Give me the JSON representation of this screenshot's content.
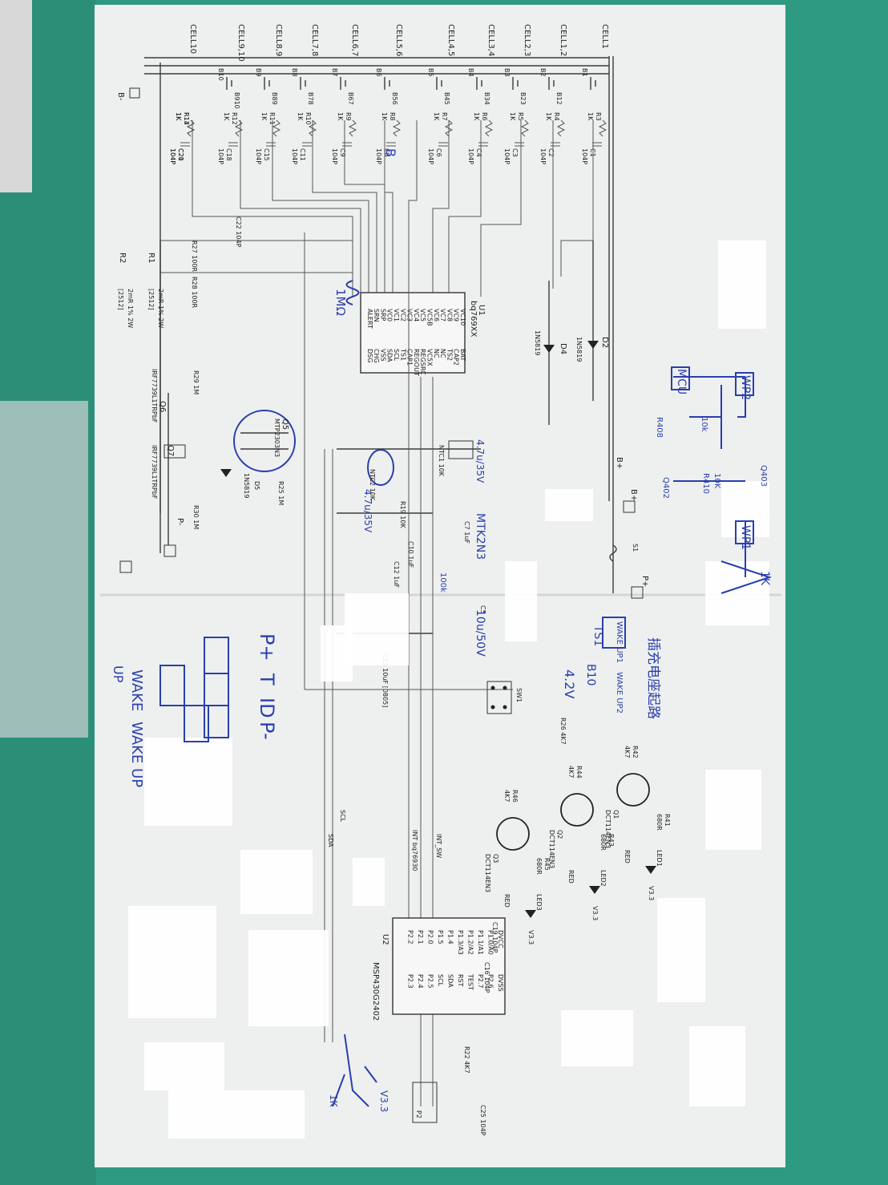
{
  "ic": {
    "u1": {
      "ref": "U1",
      "part": "bq769XX",
      "pins_left": [
        "VC10",
        "VC9",
        "VC8",
        "VC7",
        "VC6",
        "VC5B",
        "VC5",
        "VC4",
        "VC3",
        "VC2",
        "VC1",
        "VC0",
        "SRP",
        "SRN",
        "ALERT"
      ],
      "pins_right": [
        "BAT",
        "CAP2",
        "TS2",
        "NC",
        "NC",
        "VC5X",
        "REGSRC",
        "REGOUT",
        "CAP1",
        "TS1",
        "SCL",
        "SDA",
        "VSS",
        "CHG",
        "DSG"
      ]
    },
    "u2": {
      "ref": "U2",
      "part": "MSP430G2402",
      "pins_left": [
        "DVCC",
        "P1.0/A0",
        "P1.1/A1",
        "P1.2/A2",
        "P1.3/A3",
        "P1.4",
        "P1.5",
        "P2.0",
        "P2.1",
        "P2.2"
      ],
      "pins_right": [
        "DVSS",
        "P2.6",
        "P2.7",
        "TEST",
        "RST",
        "SDA",
        "SCL",
        "P2.5",
        "P2.4",
        "P2.3"
      ]
    }
  },
  "cells": [
    "CELL1",
    "CELL1,2",
    "CELL2,3",
    "CELL3,4",
    "CELL4,5",
    "CELL5,6",
    "CELL6,7",
    "CELL7,8",
    "CELL8,9",
    "CELL9,10",
    "CELL10"
  ],
  "batteries": [
    "B1",
    "B2",
    "B3",
    "B4",
    "B5",
    "B6",
    "B7",
    "B8",
    "B9",
    "B10"
  ],
  "taps": [
    "B12",
    "B23",
    "B34",
    "B45",
    "B56",
    "B67",
    "B78",
    "B89",
    "B910"
  ],
  "resistors": [
    "R3",
    "R4",
    "R5",
    "R6",
    "R7",
    "R8",
    "R9",
    "R10",
    "R11",
    "R12",
    "R13",
    "R14"
  ],
  "resistor_value": "1K",
  "caps": [
    "C1",
    "C2",
    "C3",
    "C4",
    "C6",
    "C8",
    "C9",
    "C11",
    "C15",
    "C18",
    "C20",
    "C21"
  ],
  "cap_value": "104P",
  "power": {
    "bplus": "B+",
    "bminus": "B-",
    "pplus": "P+",
    "pminus": "P-",
    "v33": "V3.3",
    "fuse": "S1"
  },
  "diodes": {
    "d2": "D2",
    "d2v": "1N5819",
    "d4": "D4",
    "d4v": "1N5819",
    "d5": "D5",
    "d5v": "1N5819"
  },
  "fets": {
    "q5": "Q5",
    "q5v": "MTP2303N3",
    "q6": "Q6",
    "q6v": "IRF7739L1TRPbF",
    "q7": "Q7",
    "q7v": "IRF7739L1TRPbF"
  },
  "sense": {
    "r1": "R1",
    "r1v": "2mR 1% 2W",
    "r1p": "[2512]",
    "r2": "R2",
    "r2v": "2mR 1% 2W",
    "r2p": "[2512]"
  },
  "misc_parts": {
    "r22": "R22 4K7",
    "r23": "C22 104P",
    "r27": "R27 100R",
    "r28": "R28 100R",
    "r29": "R29 1M",
    "r30": "R30 1M",
    "r25": "R25 1M",
    "r19": "R19 10K",
    "r26": "R26 4K7",
    "ntc1": "NTC1 10K",
    "ntc2": "NTC2 10K",
    "c7": "C7 1uF",
    "c10": "C10 1uF",
    "c12": "C12 1uF",
    "c13": "C13 10uF [0805]",
    "c5": "C5",
    "c25": "C25 104P",
    "c16": "C16 104P",
    "c19": "C19 104P",
    "p2": "P2",
    "sw1": "SW1",
    "int": "INT bq76930",
    "intsw": "INT_SW",
    "scl": "SCL",
    "sda": "SDA"
  },
  "leds": [
    {
      "q": "Q1",
      "qv": "DCT114EN3",
      "r": "R41",
      "rv": "680R",
      "rb": "R42",
      "rbv": "4K7",
      "led": "LED1",
      "col": "RED"
    },
    {
      "q": "Q2",
      "qv": "DCT114EN3",
      "r": "R43",
      "rv": "680R",
      "rb": "R44",
      "rbv": "4K7",
      "led": "LED2",
      "col": "RED"
    },
    {
      "q": "Q3",
      "qv": "DCT114EN3",
      "r": "R45",
      "rv": "680R",
      "rb": "R46",
      "rbv": "4K7",
      "led": "LED3",
      "col": "RED"
    }
  ],
  "handwriting": {
    "w1": "4.7u/35V",
    "w2": "4.7u/35V",
    "w3": "1MΩ",
    "w4": "MTK2N3",
    "w5": "10u/50V",
    "w6": "100k",
    "w7": "WAKE UP1",
    "w8": "WAKE UP2",
    "w9": "TS1",
    "w10": "B10",
    "w11": "4.2V",
    "w12": "插充电座起路",
    "w13": "P+",
    "w14": "T",
    "w15": "ID",
    "w16": "P-",
    "w17": "WAKE",
    "w18": "WAKE UP",
    "w19": "UP",
    "w20": "MCU",
    "w21": "WP2",
    "w22": "WP1",
    "w23": "1K",
    "w24": "R408",
    "w25": "10k",
    "w26": "Q402",
    "w27": "R410",
    "w28": "Q403",
    "w29": "10K",
    "w30": "V3.3",
    "w31": "1K",
    "w32": "B"
  }
}
